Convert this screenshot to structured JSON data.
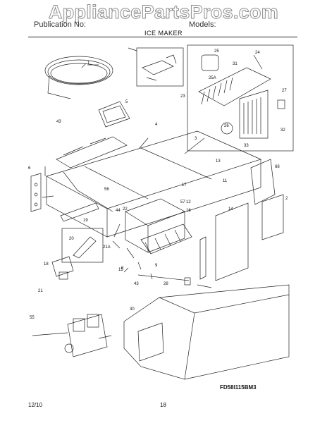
{
  "watermark": "AppliancePartsPros.com",
  "header": {
    "left": "Publication No:",
    "right": "Models:"
  },
  "section_title": "ICE MAKER",
  "model_code": "FD58I115BM3",
  "footer": {
    "date": "12/10",
    "page": "18"
  },
  "callouts": [
    "1",
    "2",
    "3",
    "4",
    "5",
    "6",
    "8",
    "9",
    "11",
    "12",
    "13",
    "14",
    "15",
    "16",
    "17",
    "18",
    "19",
    "20",
    "21",
    "21A",
    "22",
    "23",
    "24",
    "25",
    "25A",
    "26",
    "27",
    "28",
    "30",
    "31",
    "32",
    "33",
    "43",
    "44",
    "55",
    "56",
    "57",
    "68"
  ]
}
